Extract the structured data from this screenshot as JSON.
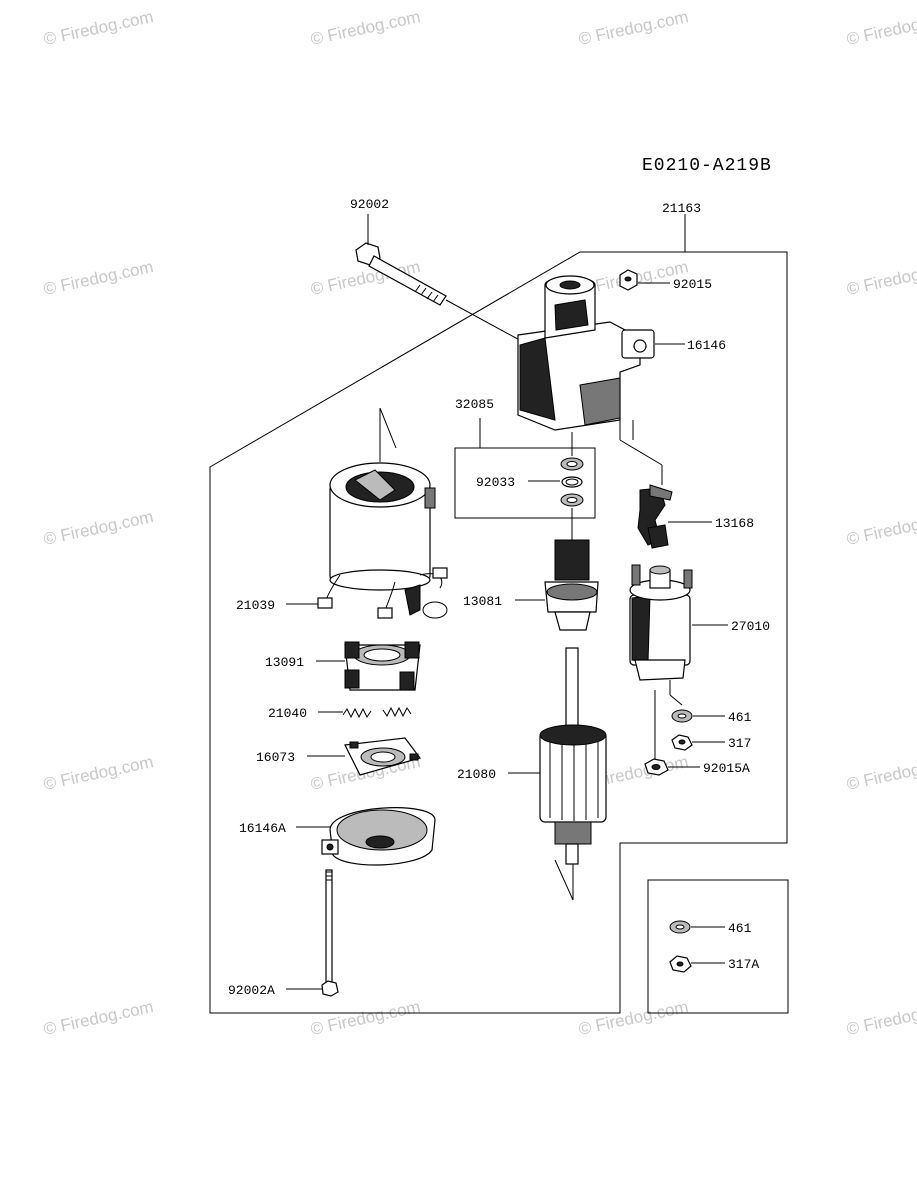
{
  "diagram_code": "E0210-A219B",
  "watermark": "© Firedog.com",
  "labels": {
    "p92002": "92002",
    "p21163": "21163",
    "p92015": "92015",
    "p16146": "16146",
    "p32085": "32085",
    "p92033": "92033",
    "p13168": "13168",
    "p21039": "21039",
    "p13081": "13081",
    "p27010": "27010",
    "p13091": "13091",
    "p21040": "21040",
    "p461": "461",
    "p16073": "16073",
    "p317": "317",
    "p21080": "21080",
    "p92015A": "92015A",
    "p16146A": "16146A",
    "p461b": "461",
    "p317A": "317A",
    "p92002A": "92002A"
  }
}
